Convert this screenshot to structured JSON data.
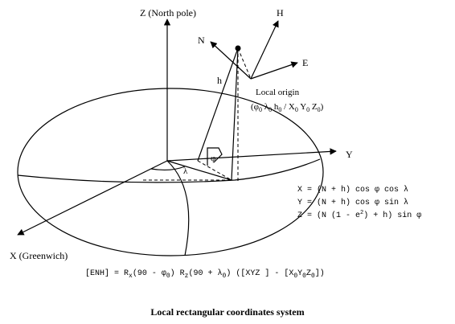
{
  "labels": {
    "z_axis": "Z (North pole)",
    "y_axis": "Y",
    "x_axis": "X (Greenwich)",
    "h_axis": "H",
    "n_axis": "N",
    "e_axis": "E",
    "height": "h",
    "lambda": "λ",
    "phi": "φ",
    "local_origin": "Local origin"
  },
  "local_origin_coords": {
    "open": "(",
    "phi": "φ",
    "s0a": "0",
    "lambda": " λ",
    "s0b": "0",
    "h": " h",
    "s0c": "0",
    "slash": " / X",
    "s0d": "0",
    "y": " Y",
    "s0e": "0",
    "z": " Z",
    "s0f": "0",
    "close": ")"
  },
  "equations": {
    "x_eq": "X = (N + h) cos φ cos λ",
    "y_eq": "Y = (N + h) cos φ sin λ",
    "z_pre": "Z = (N (1 - e",
    "z_sup": "2",
    "z_post": ") + h) sin φ"
  },
  "transform": {
    "p1": "[ENH] = R",
    "s1": "x",
    "p2": "(90 - φ",
    "s2": "0",
    "p3": ") R",
    "s3": "z",
    "p4": "(90 + λ",
    "s4": "0",
    "p5": ") ([XYZ ] - [X",
    "s5": "0",
    "p6": "Y",
    "s6": "0",
    "p7": "Z",
    "s7": "0",
    "p8": "])"
  },
  "caption": "Local rectangular coordinates system"
}
